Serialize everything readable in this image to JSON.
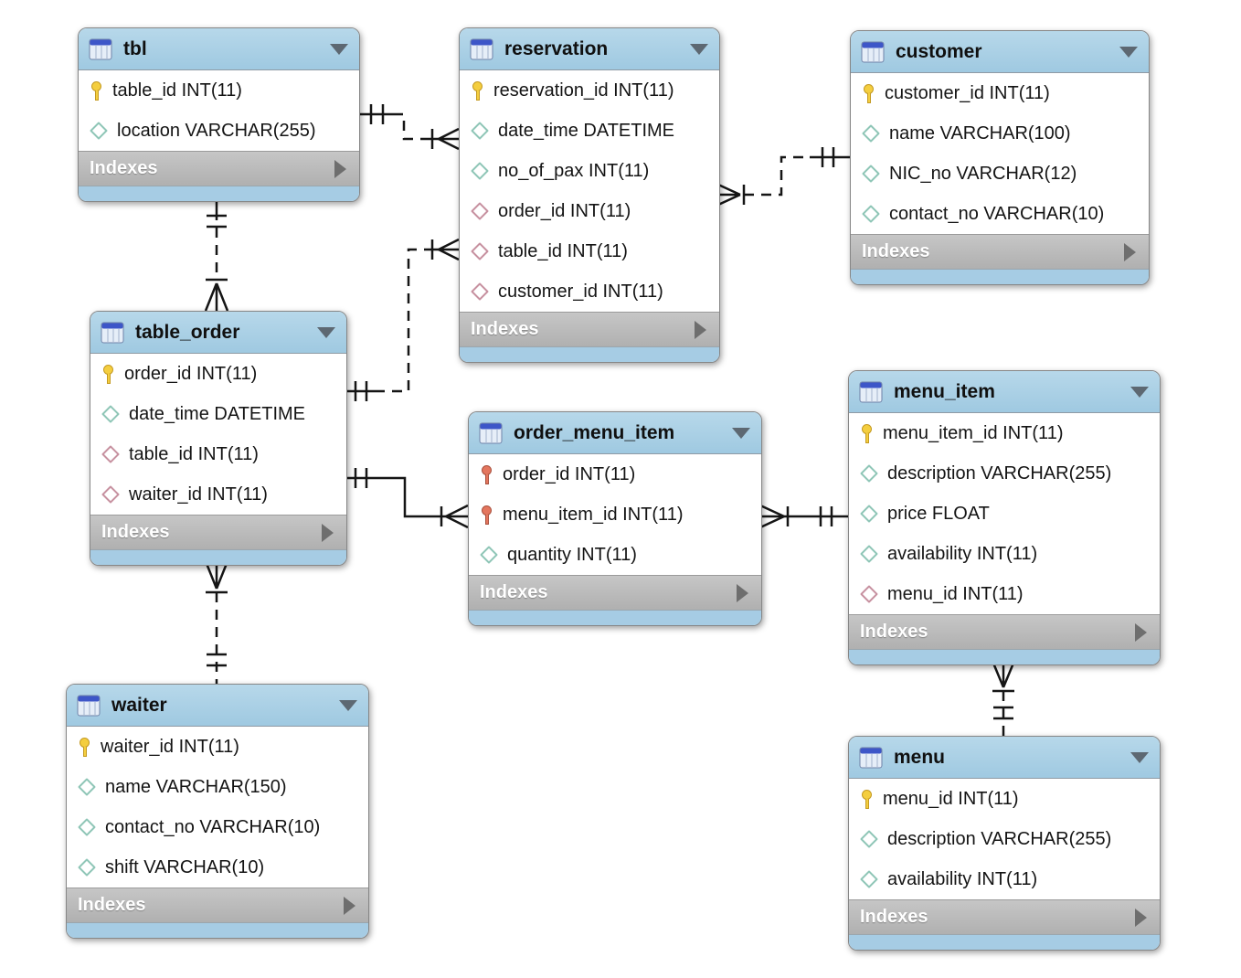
{
  "app": "EER Diagram",
  "labels": {
    "indexes": "Indexes"
  },
  "colors": {
    "table_header_blue": "#a9cee5",
    "table_footer_blue": "#a6cce4",
    "indexes_bar_gray": "#b9b9b9",
    "body_white": "#ffffff",
    "border_gray": "#878787",
    "connector_black": "#151515",
    "primary_key_yellow": "#f4ce3f",
    "primary_foreign_key_red": "#e4765e",
    "column_diamond_teal": "#8fc6b7",
    "foreign_key_diamond_red": "#c791a0"
  },
  "tables": [
    {
      "name": "tbl",
      "columns": [
        {
          "icon": "primary-key",
          "text": "table_id INT(11)"
        },
        {
          "icon": "column",
          "text": "location VARCHAR(255)"
        }
      ]
    },
    {
      "name": "reservation",
      "columns": [
        {
          "icon": "primary-key",
          "text": "reservation_id INT(11)"
        },
        {
          "icon": "column",
          "text": "date_time DATETIME"
        },
        {
          "icon": "column",
          "text": "no_of_pax INT(11)"
        },
        {
          "icon": "foreign-key",
          "text": "order_id INT(11)"
        },
        {
          "icon": "foreign-key",
          "text": "table_id INT(11)"
        },
        {
          "icon": "foreign-key",
          "text": "customer_id INT(11)"
        }
      ]
    },
    {
      "name": "customer",
      "columns": [
        {
          "icon": "primary-key",
          "text": "customer_id INT(11)"
        },
        {
          "icon": "column",
          "text": "name VARCHAR(100)"
        },
        {
          "icon": "column",
          "text": "NIC_no VARCHAR(12)"
        },
        {
          "icon": "column",
          "text": "contact_no VARCHAR(10)"
        }
      ]
    },
    {
      "name": "table_order",
      "columns": [
        {
          "icon": "primary-key",
          "text": "order_id INT(11)"
        },
        {
          "icon": "column",
          "text": "date_time DATETIME"
        },
        {
          "icon": "foreign-key",
          "text": "table_id INT(11)"
        },
        {
          "icon": "foreign-key",
          "text": "waiter_id INT(11)"
        }
      ]
    },
    {
      "name": "order_menu_item",
      "columns": [
        {
          "icon": "primary-foreign-key",
          "text": "order_id INT(11)"
        },
        {
          "icon": "primary-foreign-key",
          "text": "menu_item_id INT(11)"
        },
        {
          "icon": "column",
          "text": "quantity INT(11)"
        }
      ]
    },
    {
      "name": "menu_item",
      "columns": [
        {
          "icon": "primary-key",
          "text": "menu_item_id INT(11)"
        },
        {
          "icon": "column",
          "text": "description VARCHAR(255)"
        },
        {
          "icon": "column",
          "text": "price FLOAT"
        },
        {
          "icon": "column",
          "text": "availability INT(11)"
        },
        {
          "icon": "foreign-key",
          "text": "menu_id INT(11)"
        }
      ]
    },
    {
      "name": "waiter",
      "columns": [
        {
          "icon": "primary-key",
          "text": "waiter_id INT(11)"
        },
        {
          "icon": "column",
          "text": "name VARCHAR(150)"
        },
        {
          "icon": "column",
          "text": "contact_no VARCHAR(10)"
        },
        {
          "icon": "column",
          "text": "shift VARCHAR(10)"
        }
      ]
    },
    {
      "name": "menu",
      "columns": [
        {
          "icon": "primary-key",
          "text": "menu_id INT(11)"
        },
        {
          "icon": "column",
          "text": "description VARCHAR(255)"
        },
        {
          "icon": "column",
          "text": "availability INT(11)"
        }
      ]
    }
  ],
  "relationships": [
    {
      "one_side": "tbl",
      "many_side": "reservation",
      "style": "dashed",
      "cardinality": "1:n"
    },
    {
      "one_side": "customer",
      "many_side": "reservation",
      "style": "dashed",
      "cardinality": "1:n"
    },
    {
      "one_side": "tbl",
      "many_side": "table_order",
      "style": "dashed",
      "cardinality": "1:n"
    },
    {
      "one_side": "table_order",
      "many_side": "reservation",
      "style": "dashed",
      "cardinality": "1:n"
    },
    {
      "one_side": "table_order",
      "many_side": "order_menu_item",
      "style": "solid",
      "cardinality": "1:n"
    },
    {
      "one_side": "menu_item",
      "many_side": "order_menu_item",
      "style": "solid",
      "cardinality": "1:n"
    },
    {
      "one_side": "menu",
      "many_side": "menu_item",
      "style": "dashed",
      "cardinality": "1:n"
    },
    {
      "one_side": "waiter",
      "many_side": "table_order",
      "style": "dashed",
      "cardinality": "1:n"
    }
  ]
}
